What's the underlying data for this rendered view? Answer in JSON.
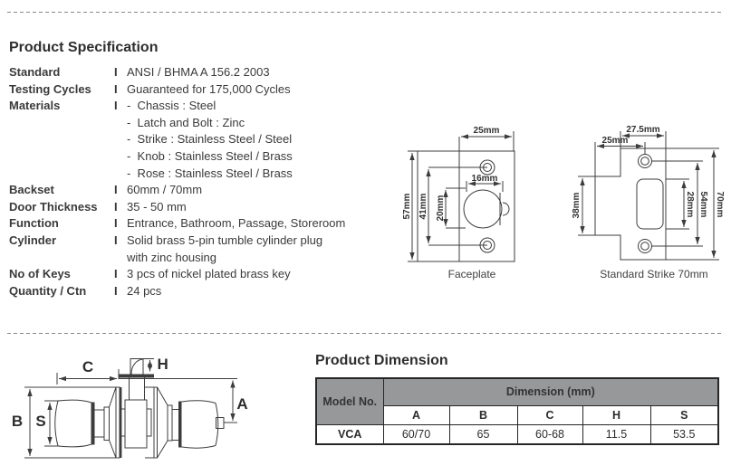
{
  "colors": {
    "table_header_bg": "#97989a",
    "drawing_line": "#3c3c3c",
    "text": "#333333",
    "dashed_divider": "#8a8a8a"
  },
  "spec": {
    "title": "Product Specification",
    "rows": [
      {
        "label": "Standard",
        "sep": "I",
        "value": "ANSI / BHMA A 156.2 2003"
      },
      {
        "label": "Testing Cycles",
        "sep": "I",
        "value": "Guaranteed for 175,000 Cycles"
      },
      {
        "label": "Materials",
        "sep": "I",
        "value": "-  Chassis : Steel"
      },
      {
        "label": "",
        "sep": "",
        "value": "-  Latch and Bolt : Zinc"
      },
      {
        "label": "",
        "sep": "",
        "value": "-  Strike : Stainless Steel / Steel"
      },
      {
        "label": "",
        "sep": "",
        "value": "-  Knob : Stainless Steel / Brass"
      },
      {
        "label": "",
        "sep": "",
        "value": "-  Rose : Stainless Steel / Brass"
      },
      {
        "label": "Backset",
        "sep": "I",
        "value": "60mm / 70mm"
      },
      {
        "label": "Door Thickness",
        "sep": "I",
        "value": "35 - 50 mm"
      },
      {
        "label": "Function",
        "sep": "I",
        "value": "Entrance, Bathroom, Passage, Storeroom"
      },
      {
        "label": "Cylinder",
        "sep": "I",
        "value": "Solid brass 5-pin tumble cylinder plug"
      },
      {
        "label": "",
        "sep": "",
        "value": "with zinc housing"
      },
      {
        "label": "No of Keys",
        "sep": "I",
        "value": "3 pcs of nickel plated brass key"
      },
      {
        "label": "Quantity / Ctn",
        "sep": "I",
        "value": "24 pcs"
      }
    ]
  },
  "faceplate": {
    "caption": "Faceplate",
    "dims": {
      "plate_width": "25mm",
      "plate_height": "57mm",
      "hole_spacing": "41mm",
      "bolt_height": "20mm",
      "bolt_width": "16mm"
    }
  },
  "strike": {
    "caption": "Standard Strike 70mm",
    "dims": {
      "plate_width": "27.5mm",
      "lip_offset": "25mm",
      "lip_height": "38mm",
      "hole_height": "28mm",
      "hole_spacing": "54mm",
      "plate_height": "70mm"
    }
  },
  "knob_diagram": {
    "labels": {
      "a": "A",
      "b": "B",
      "c": "C",
      "h": "H",
      "s": "S"
    }
  },
  "dimension_table": {
    "title": "Product Dimension",
    "model_header": "Model No.",
    "dimension_header": "Dimension (mm)",
    "columns": [
      "A",
      "B",
      "C",
      "H",
      "S"
    ],
    "rows": [
      {
        "model": "VCA",
        "values": [
          "60/70",
          "65",
          "60-68",
          "11.5",
          "53.5"
        ]
      }
    ]
  }
}
